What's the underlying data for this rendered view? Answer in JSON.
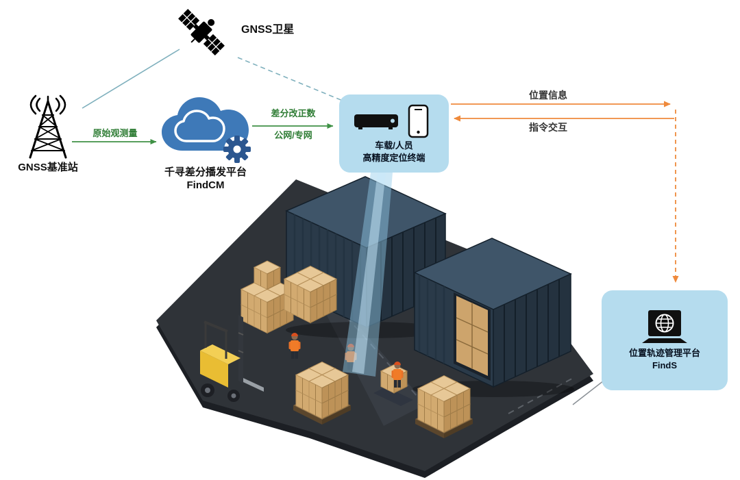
{
  "nodes": {
    "satellite": {
      "label": "GNSS卫星",
      "icon": "satellite-icon"
    },
    "base_station": {
      "label": "GNSS基准站",
      "icon": "radio-tower-icon"
    },
    "cloud_platform": {
      "name": "千寻差分播发平台",
      "product": "FindCM",
      "icon": "cloud-gear-icon"
    },
    "terminal": {
      "line1": "车载/人员",
      "line2": "高精度定位终端",
      "icons": [
        "receiver-device-icon",
        "smartphone-icon"
      ]
    },
    "management_platform": {
      "name": "位置轨迹管理平台",
      "product": "FindS",
      "icon": "laptop-globe-icon"
    }
  },
  "links": {
    "raw_observation": {
      "label": "原始观测量",
      "style": "solid-green-arrow"
    },
    "differential_correction": {
      "line1": "差分改正数",
      "line2": "公网/专网",
      "style": "solid-green-arrow"
    },
    "satellite_to_station": {
      "style": "solid-teal-line"
    },
    "satellite_to_terminal": {
      "style": "dashed-teal-line"
    },
    "position_info": {
      "label": "位置信息",
      "style": "orange-arrow-right-then-dashed-down"
    },
    "command_interaction": {
      "label": "指令交互",
      "style": "orange-arrow-left"
    }
  },
  "colors": {
    "node_box_blue": "#b5dcee",
    "cloud_blue": "#3e79b8",
    "gear_blue": "#2b568f",
    "arrow_green": "#3f9145",
    "arrow_orange": "#ef8a3c",
    "line_teal": "#7fb0bd",
    "ground_dark": "#2f3338",
    "container_navy": "#2a3a49",
    "crate_tan": "#d2aa70",
    "forklift_yellow": "#e9bd33",
    "vest_orange": "#f07b28",
    "beam_blue": "rgba(147,205,235,0.48)"
  }
}
